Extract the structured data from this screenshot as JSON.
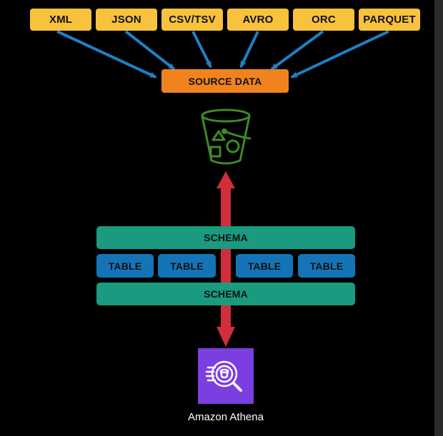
{
  "diagram": {
    "formats": [
      {
        "label": "XML"
      },
      {
        "label": "JSON"
      },
      {
        "label": "CSV/TSV"
      },
      {
        "label": "AVRO"
      },
      {
        "label": "ORC"
      },
      {
        "label": "PARQUET"
      }
    ],
    "source_label": "SOURCE DATA",
    "schema_top_label": "SCHEMA",
    "schema_bottom_label": "SCHEMA",
    "tables": [
      {
        "label": "TABLE"
      },
      {
        "label": "TABLE"
      },
      {
        "label": "TABLE"
      },
      {
        "label": "TABLE"
      }
    ],
    "bucket_icon": "s3-bucket-icon",
    "athena_icon": "athena-search-icon",
    "athena_label": "Amazon Athena"
  },
  "colors": {
    "background": "#000000",
    "format_box": "#f9c23c",
    "source_box": "#f0831e",
    "arrow_blue": "#1f7fc4",
    "arrow_red": "#d12e3c",
    "schema": "#1a9a7e",
    "table": "#1574b8",
    "bucket": "#3f8a24",
    "athena_box": "#7b3ee0"
  }
}
